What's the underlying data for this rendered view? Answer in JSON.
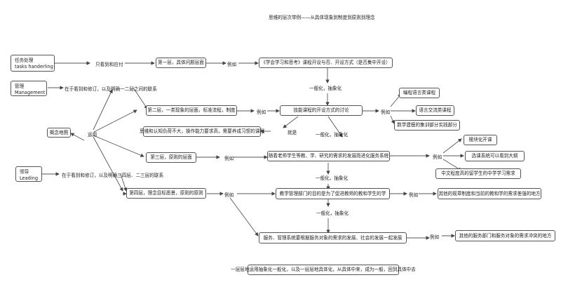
{
  "title": "思维的层次举例——从具体现象到制度到原则到理念",
  "footer": "一层层地运用抽象化一般化，以及一层层地具体化，从具体中来，成为一般，回到具体中去",
  "nodes": {
    "task": {
      "line1": "任务处理",
      "line2": "tasks handerling"
    },
    "manage": {
      "line1": "管理",
      "line2": "Management"
    },
    "concept": "概念地图",
    "lead": {
      "line1": "领导",
      "line2": "Leading"
    },
    "level1": "第一层，具体问题层面",
    "course": "《学会学习和思考》课程开设与否、开设方式（是否集中开设）",
    "level2": "第二层，一类现象的层面，标准流程，制度",
    "discuss": "技能课程的开设方式的讨论",
    "prog": "编程语言类课程",
    "lang": "语言交流类课程",
    "math": "数学建模的集训部分实践部分",
    "cognitive": "思维和认知负荷不大，操作能力要求高，需要养成习惯的课程",
    "level3": "第三层，原则的层面",
    "cater": "随着老师学生等教、学、研究的需求的发展而进化服务系统",
    "modular": "模块化开课",
    "select": "选课系统可以看到大纲",
    "stat": "中文程度高的留学生的中学学习需求",
    "level4": "第四层，理念目标愿景，原则的原则",
    "admin": "教学管理部门的目的是为了促进教师的教和学生的学",
    "otherreg": "其他的规章制度和当前的教和学的需求差强的地方",
    "service": "服务、管理系统要根据服务对象的需求的发展、社会的发展一起发展",
    "otherserv": "其他的服务部门和服务对象的需求冲突的地方"
  },
  "labels": {
    "only_see": "只看到和应付",
    "eg1": "例如",
    "see_fix12": "在于看到和修订，以及明确一二层之间的联系",
    "abs1": "一般化，抽象化",
    "cases": "例如",
    "eg_show": "例如",
    "is": "就是",
    "use": "运用",
    "abs2": "一般化，抽象化",
    "eg3": "例如",
    "see_fix34": "在于看到和修订，以及明确三四层、二三层的联系",
    "eg_mod": "例如",
    "abs3": "一般化，抽象化",
    "eg4": "例如",
    "eg_other": "例如",
    "abs4": "一般化，抽象化",
    "eg5": "例如"
  }
}
